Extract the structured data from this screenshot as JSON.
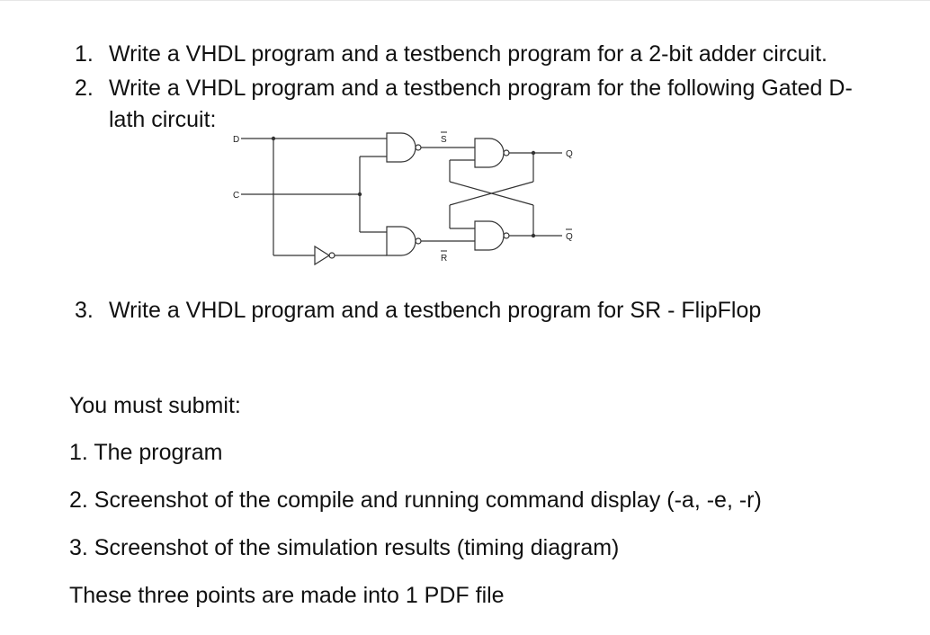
{
  "questions": [
    {
      "number": "1.",
      "text": "Write a VHDL program and a testbench program for a 2-bit adder circuit."
    },
    {
      "number": "2.",
      "text": "Write a VHDL program and a testbench program for the following Gated D-",
      "continuation": "lath circuit:"
    },
    {
      "number": "3.",
      "text": "Write a VHDL program and a testbench program for SR - FlipFlop"
    }
  ],
  "circuit_labels": {
    "d": "D",
    "c": "C",
    "s_bar": "S",
    "r_bar": "R",
    "q": "Q",
    "q_bar": "Q"
  },
  "submission": {
    "heading": "You must submit:",
    "items": [
      "1. The program",
      "2. Screenshot of the compile and running command display (-a, -e, -r)",
      "3. Screenshot of the simulation results (timing diagram)"
    ],
    "footer": "These three points are made into 1 PDF file"
  }
}
